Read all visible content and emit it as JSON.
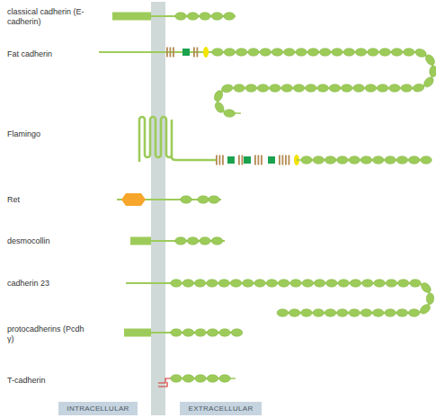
{
  "diagram": {
    "nodes": [
      {
        "text": [
          "INTRACELLULAR"
        ]
      },
      {
        "text": [
          "EXTRACELLULAR"
        ]
      }
    ],
    "labels": [
      "classical cadherin (E-cadherin)",
      "Fat cadherin",
      "Flamingo",
      "Ret",
      "desmocollin",
      "cadherin 23",
      "protocadherins (Pcdh γ)",
      "T-cadherin"
    ]
  }
}
